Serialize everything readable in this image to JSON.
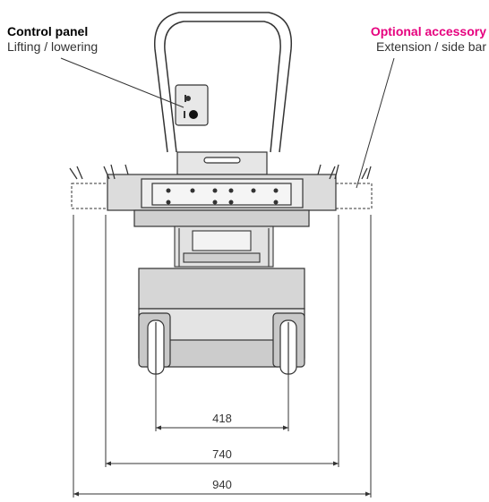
{
  "callouts": {
    "control_panel": {
      "title": "Control panel",
      "subtitle": "Lifting / lowering",
      "color": "#111111"
    },
    "optional_accessory": {
      "title": "Optional accessory",
      "subtitle": "Extension / side bar",
      "color": "#e6007e"
    }
  },
  "dimensions": {
    "inner": "418",
    "middle": "740",
    "outer": "940"
  },
  "colors": {
    "line": "#333333",
    "body_fill": "#d9d9d9",
    "body_dark": "#a6a6a6",
    "accent": "#e6007e"
  }
}
